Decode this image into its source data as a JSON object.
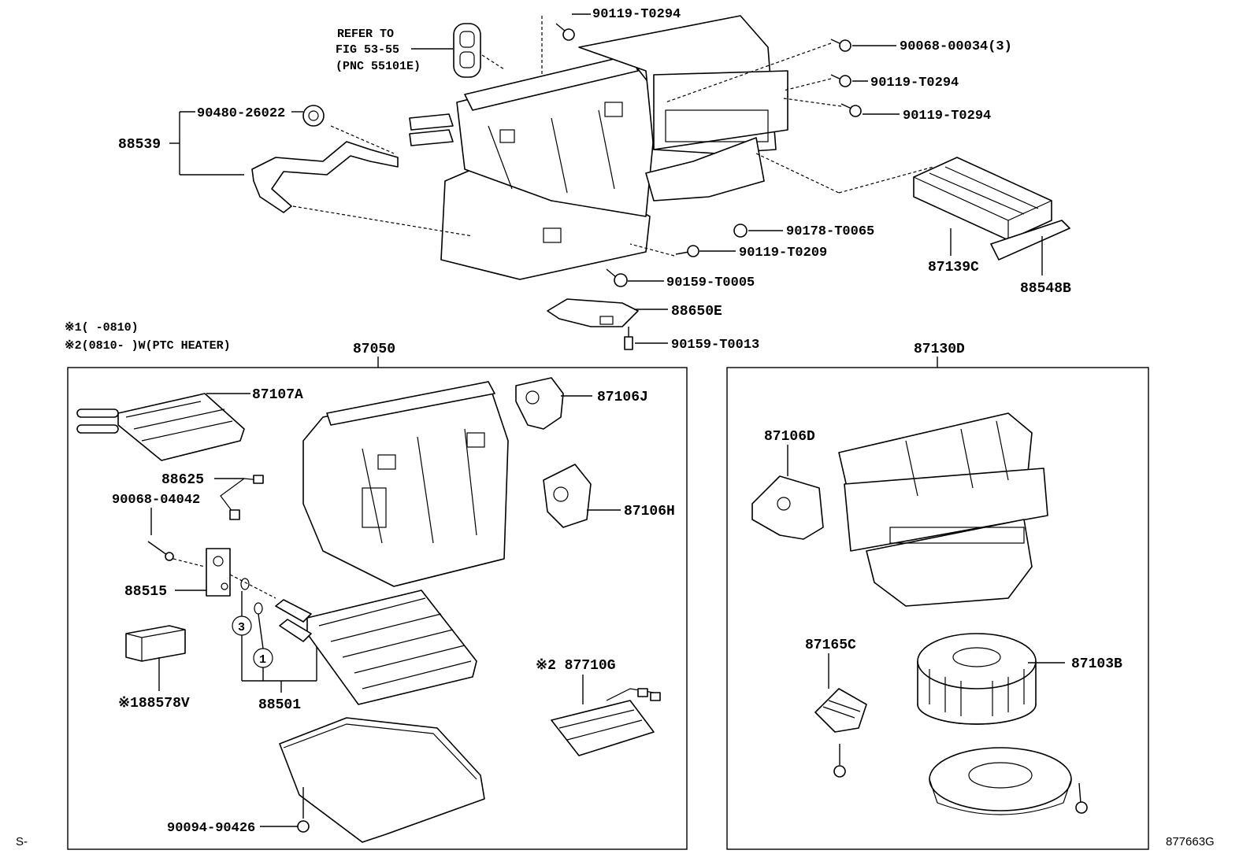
{
  "diagram_id": "877663G",
  "corner_mark": "S-",
  "refer_note": {
    "line1": "REFER TO",
    "line2": "FIG 53-55",
    "line3": "(PNC 55101E)"
  },
  "footnotes": {
    "note1": "※1(     -0810)",
    "note2": "※2(0810-     )W(PTC HEATER)"
  },
  "top_parts": {
    "bolt_top": "90119-T0294",
    "bolt_a": "90068-00034(3)",
    "bolt_b": "90119-T0294",
    "bolt_c": "90119-T0294",
    "grommet": "90480-26022",
    "hose": "88539",
    "nut": "90178-T0065",
    "screw_a": "90119-T0209",
    "screw_b": "90159-T0005",
    "filter": "87139C",
    "filter_cover": "88548B",
    "bracket": "88650E",
    "clip": "90159-T0013"
  },
  "left_group": {
    "title": "87050",
    "heater_core": "87107A",
    "sensor": "88625",
    "bolt": "90068-04042",
    "valve": "88515",
    "block": "※188578V",
    "evaporator": "88501",
    "oring_1": "1",
    "oring_3": "3",
    "servo_j": "87106J",
    "servo_h": "87106H",
    "ptc_heater": "※2 87710G",
    "screw": "90094-90426"
  },
  "right_group": {
    "title": "87130D",
    "servo_d": "87106D",
    "resistor": "87165C",
    "blower_motor": "87103B"
  }
}
